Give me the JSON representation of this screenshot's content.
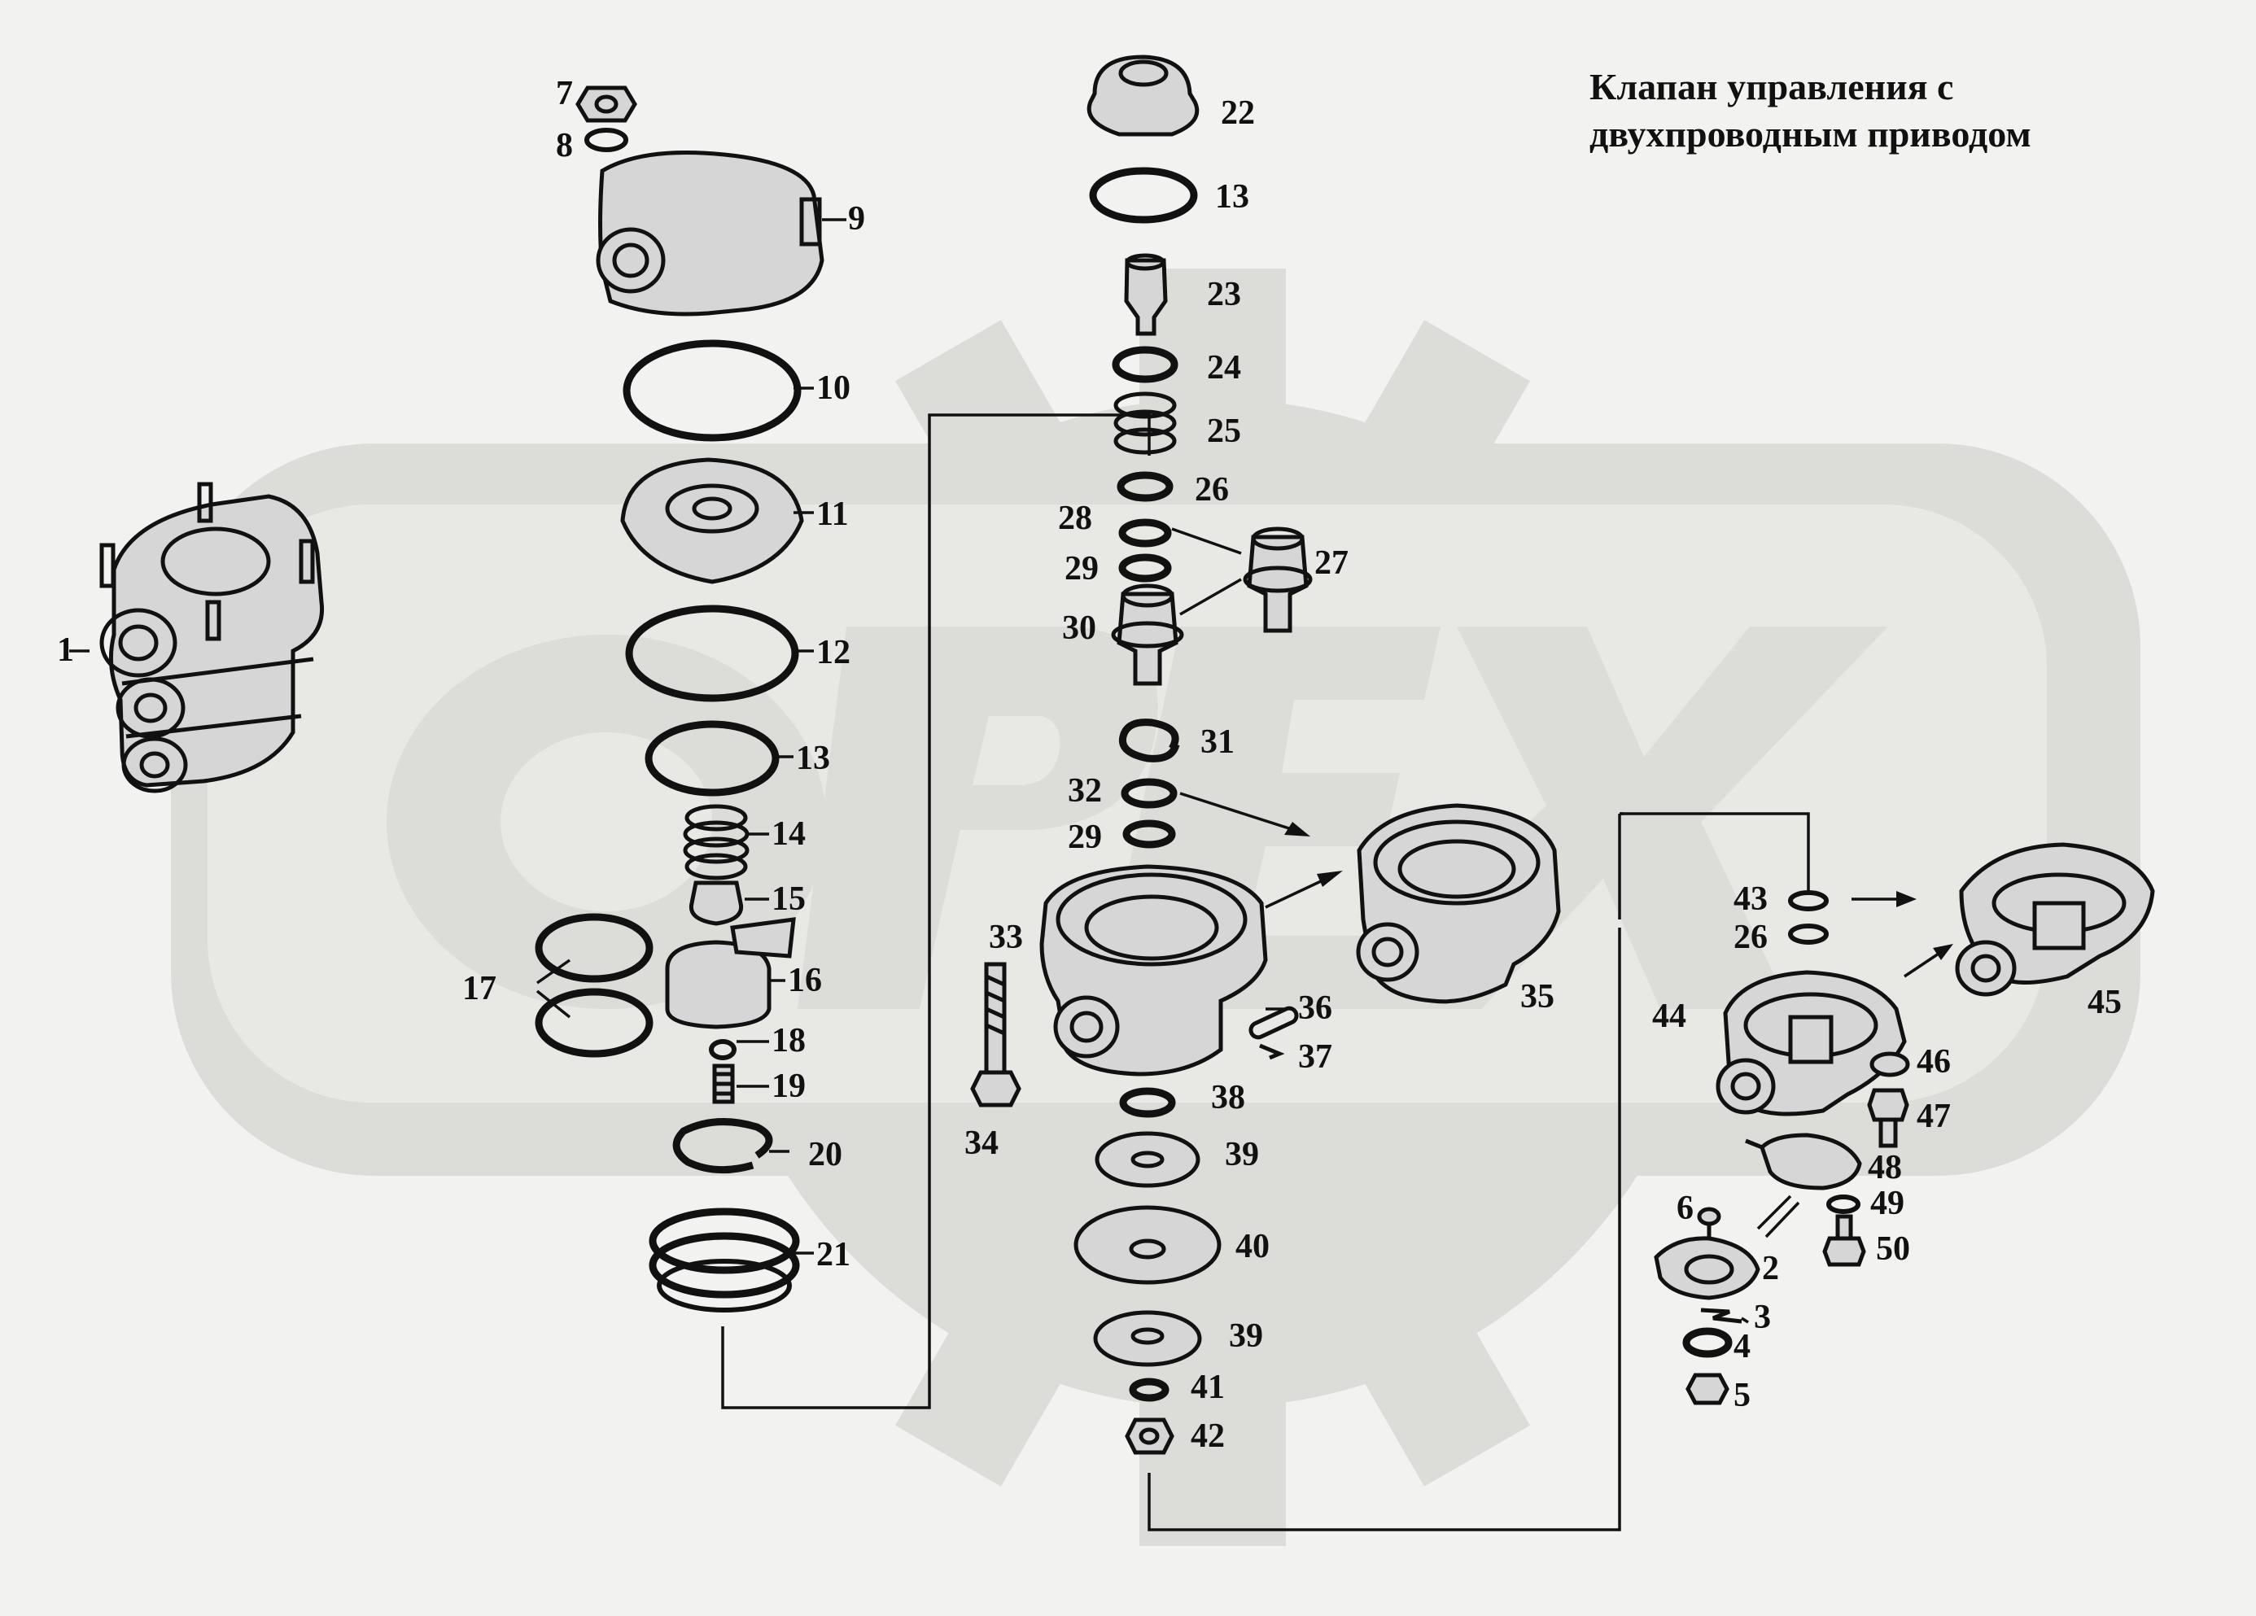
{
  "title": {
    "line1": "Клапан управления с",
    "line2": "двухпроводным приводом"
  },
  "watermark": {
    "text": "OPEX"
  },
  "callouts": [
    {
      "id": "c1",
      "text": "1"
    },
    {
      "id": "c7",
      "text": "7"
    },
    {
      "id": "c8",
      "text": "8"
    },
    {
      "id": "c9",
      "text": "9"
    },
    {
      "id": "c10",
      "text": "10"
    },
    {
      "id": "c11",
      "text": "11"
    },
    {
      "id": "c12",
      "text": "12"
    },
    {
      "id": "c13a",
      "text": "13"
    },
    {
      "id": "c14",
      "text": "14"
    },
    {
      "id": "c15",
      "text": "15"
    },
    {
      "id": "c16",
      "text": "16"
    },
    {
      "id": "c17",
      "text": "17"
    },
    {
      "id": "c18",
      "text": "18"
    },
    {
      "id": "c19",
      "text": "19"
    },
    {
      "id": "c20",
      "text": "20"
    },
    {
      "id": "c21",
      "text": "21"
    },
    {
      "id": "c22",
      "text": "22"
    },
    {
      "id": "c13b",
      "text": "13"
    },
    {
      "id": "c23",
      "text": "23"
    },
    {
      "id": "c24",
      "text": "24"
    },
    {
      "id": "c25",
      "text": "25"
    },
    {
      "id": "c26a",
      "text": "26"
    },
    {
      "id": "c28",
      "text": "28"
    },
    {
      "id": "c27",
      "text": "27"
    },
    {
      "id": "c29a",
      "text": "29"
    },
    {
      "id": "c30",
      "text": "30"
    },
    {
      "id": "c31",
      "text": "31"
    },
    {
      "id": "c32",
      "text": "32"
    },
    {
      "id": "c29b",
      "text": "29"
    },
    {
      "id": "c33",
      "text": "33"
    },
    {
      "id": "c34",
      "text": "34"
    },
    {
      "id": "c35",
      "text": "35"
    },
    {
      "id": "c36",
      "text": "36"
    },
    {
      "id": "c37",
      "text": "37"
    },
    {
      "id": "c38",
      "text": "38"
    },
    {
      "id": "c39a",
      "text": "39"
    },
    {
      "id": "c40",
      "text": "40"
    },
    {
      "id": "c39b",
      "text": "39"
    },
    {
      "id": "c41",
      "text": "41"
    },
    {
      "id": "c42",
      "text": "42"
    },
    {
      "id": "c43",
      "text": "43"
    },
    {
      "id": "c26b",
      "text": "26"
    },
    {
      "id": "c45",
      "text": "45"
    },
    {
      "id": "c44",
      "text": "44"
    },
    {
      "id": "c46",
      "text": "46"
    },
    {
      "id": "c47",
      "text": "47"
    },
    {
      "id": "c48",
      "text": "48"
    },
    {
      "id": "c6",
      "text": "6"
    },
    {
      "id": "c49",
      "text": "49"
    },
    {
      "id": "c2",
      "text": "2"
    },
    {
      "id": "c50",
      "text": "50"
    },
    {
      "id": "c3",
      "text": "3"
    },
    {
      "id": "c4",
      "text": "4"
    },
    {
      "id": "c5",
      "text": "5"
    }
  ]
}
